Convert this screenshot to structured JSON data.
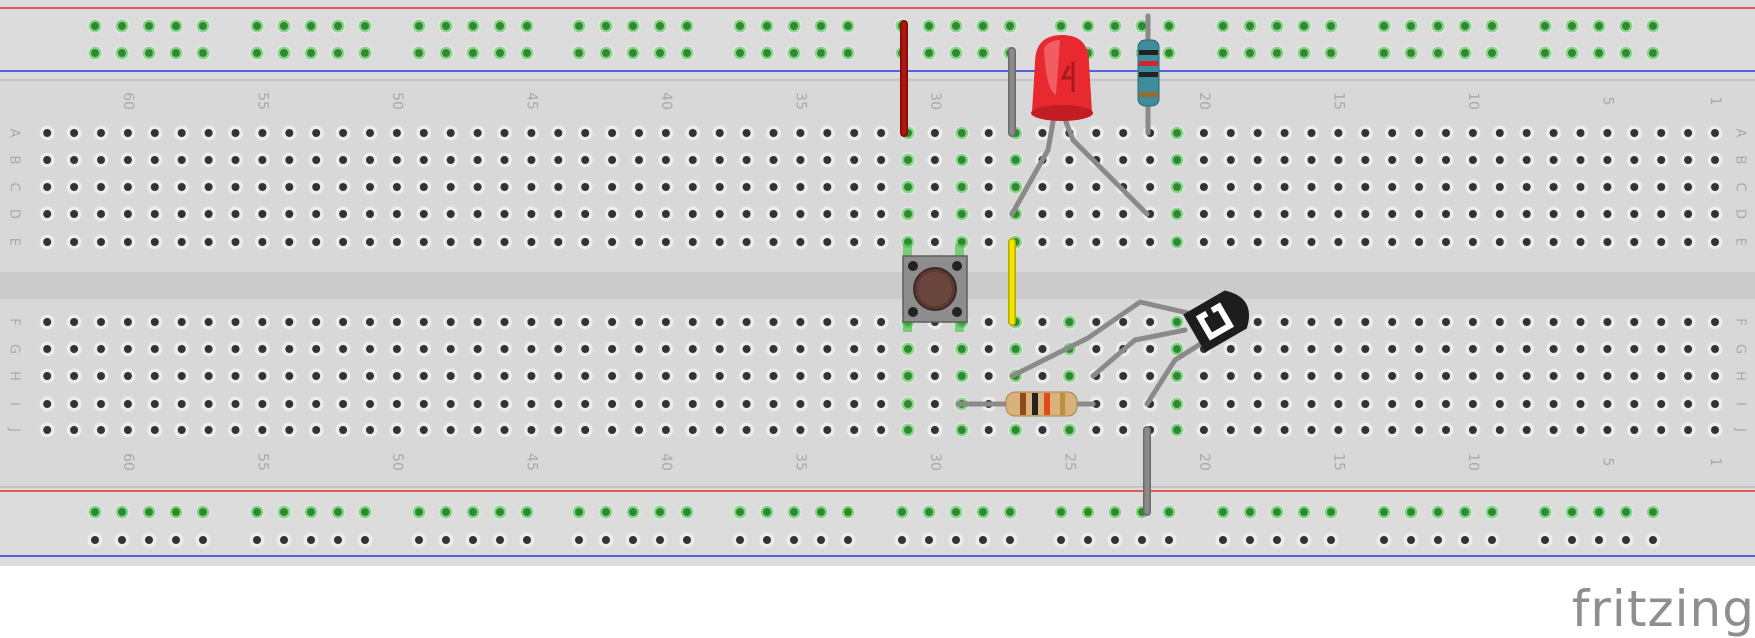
{
  "app": {
    "watermark": "fritzing"
  },
  "breadboard": {
    "row_letters": [
      "A",
      "B",
      "C",
      "D",
      "E",
      "F",
      "G",
      "H",
      "I",
      "J"
    ],
    "column_numbers": [
      "60",
      "55",
      "50",
      "45",
      "40",
      "35",
      "30",
      "25",
      "20",
      "15",
      "10",
      "5",
      "1"
    ],
    "colors": {
      "board": "#d8d8d8",
      "rail_red": "#e3322b",
      "rail_blue": "#2a3bd6",
      "hole": "#333333",
      "connected_hole": "#3fbf3f"
    }
  },
  "components": [
    {
      "name": "red-led",
      "label": "LED",
      "color": "#e8292f"
    },
    {
      "name": "led-resistor",
      "label": "Resistor"
    },
    {
      "name": "pushbutton",
      "label": "Pushbutton"
    },
    {
      "name": "npn-transistor",
      "label": "Transistor"
    },
    {
      "name": "base-resistor",
      "label": "Resistor"
    }
  ],
  "wires": [
    {
      "name": "power-wire",
      "color": "#b0160f"
    },
    {
      "name": "gray-wire-top",
      "color": "#8a8a8a"
    },
    {
      "name": "yellow-wire",
      "color": "#f2e600"
    },
    {
      "name": "gray-wire-bottom",
      "color": "#8a8a8a"
    }
  ]
}
